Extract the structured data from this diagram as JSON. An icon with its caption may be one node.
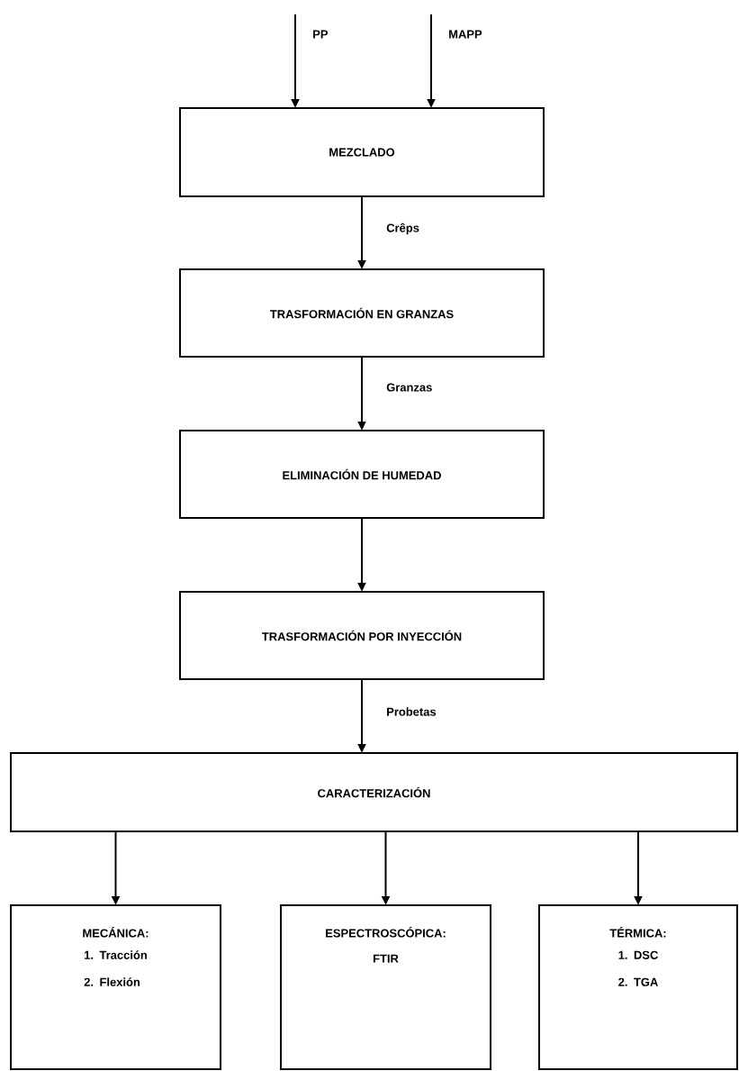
{
  "diagram": {
    "nodes": [
      {
        "text": [
          "MEZCLADO"
        ]
      },
      {
        "text": [
          "TRASFORMACIÓN EN GRANZAS"
        ]
      },
      {
        "text": [
          "ELIMINACIÓN DE HUMEDAD"
        ]
      },
      {
        "text": [
          "TRASFORMACIÓN POR INYECCIÓN"
        ]
      },
      {
        "text": [
          "CARACTERIZACIÓN"
        ]
      },
      {
        "text": [
          "MECÁNICA:",
          "1. Tracción",
          "2. Flexión"
        ]
      },
      {
        "text": [
          "ESPECTROSCÓPICA:",
          "FTIR"
        ]
      },
      {
        "text": [
          "TÉRMICA:",
          "1. DSC",
          "2. TGA"
        ]
      }
    ],
    "edges": [
      {
        "from": null,
        "to": 0,
        "arrow": "to",
        "label": "PP"
      },
      {
        "from": null,
        "to": 0,
        "arrow": "to",
        "label": "MAPP"
      },
      {
        "from": 0,
        "to": 1,
        "arrow": "to",
        "label": "Crêps"
      },
      {
        "from": 1,
        "to": 2,
        "arrow": "to",
        "label": "Granzas"
      },
      {
        "from": 2,
        "to": 3,
        "arrow": "to"
      },
      {
        "from": 3,
        "to": 4,
        "arrow": "to",
        "label": "Probetas"
      },
      {
        "from": 4,
        "to": 5,
        "arrow": "to"
      },
      {
        "from": 4,
        "to": 6,
        "arrow": "to"
      },
      {
        "from": 4,
        "to": 7,
        "arrow": "to"
      }
    ]
  }
}
